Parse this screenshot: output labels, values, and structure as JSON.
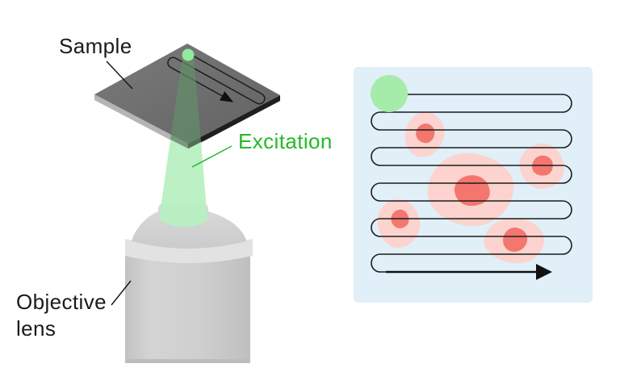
{
  "labels": {
    "sample": "Sample",
    "excitation": "Excitation",
    "objective_line1": "Objective",
    "objective_line2": "lens"
  },
  "colors": {
    "label_text": "#1a1a1a",
    "excitation_green": "#23b928",
    "beam_green": "#b7f0c1",
    "beam_on_sample_green": "#628f6b",
    "laser_spot_green": "#93e9a0",
    "sample_plate_gray": "#6f6f6f",
    "plate_edge_dark": "#1f1f1f",
    "plate_edge_light": "#b5b5b5",
    "lens_gray": "#cecece",
    "panel_background": "#e0eff8",
    "panel_spot_green": "#a5ebaa",
    "cell_outer_pink": "#fcd3ce",
    "cell_core_red": "#f3766f",
    "scan_line_black": "#1c1c1c"
  },
  "scan_panel": {
    "scan_row_count": 11,
    "cell_count": 5
  }
}
